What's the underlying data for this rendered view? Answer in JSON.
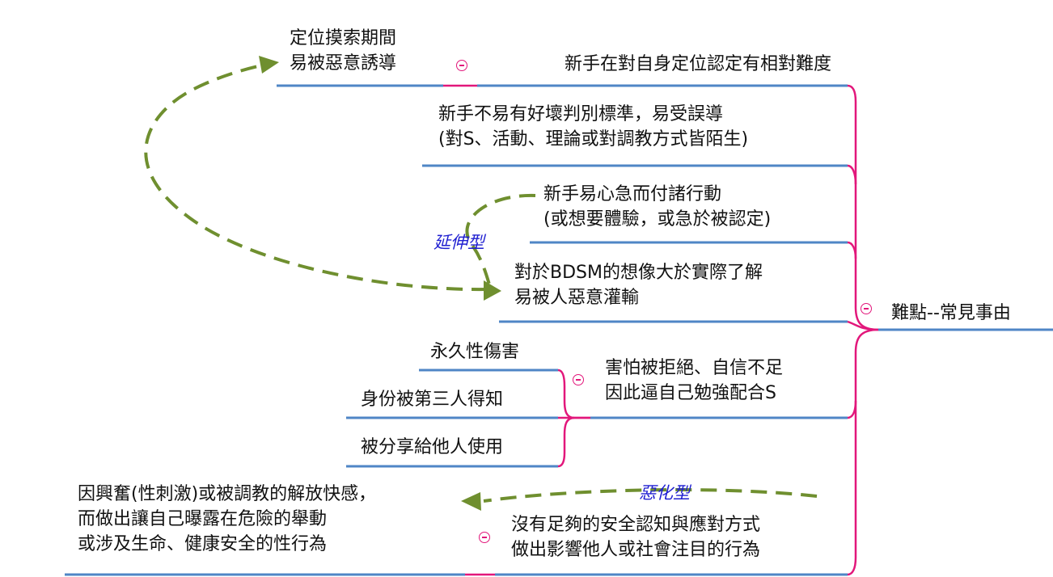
{
  "root": {
    "label": "難點--常見事由"
  },
  "branches": [
    {
      "lines": [
        "新手在對自身定位認定有相對難度"
      ]
    },
    {
      "lines": [
        "新手不易有好壞判別標準，易受誤導",
        "(對S、活動、理論或對調教方式皆陌生)"
      ]
    },
    {
      "lines": [
        "新手易心急而付諸行動",
        "(或想要體驗，或急於被認定)"
      ]
    },
    {
      "lines": [
        "對於BDSM的想像大於實際了解",
        "易被人惡意灌輸"
      ]
    },
    {
      "lines": [
        "害怕被拒絕、自信不足",
        "因此逼自己勉強配合S"
      ]
    },
    {
      "lines": [
        "沒有足夠的安全認知與應對方式",
        "做出影響他人或社會注目的行為"
      ]
    }
  ],
  "sub_branches": {
    "b1": {
      "lines": [
        "定位摸索期間",
        "易被惡意誘導"
      ]
    },
    "b5": [
      {
        "lines": [
          "永久性傷害"
        ]
      },
      {
        "lines": [
          "身份被第三人得知"
        ]
      },
      {
        "lines": [
          "被分享給他人使用"
        ]
      }
    ],
    "b6": {
      "lines": [
        "因興奮(性刺激)或被調教的解放快感，",
        "而做出讓自己曝露在危險的舉動",
        "或涉及生命、健康安全的性行為"
      ]
    }
  },
  "annotations": {
    "extension": "延伸型",
    "deterioration": "惡化型"
  },
  "icons": [
    "collapse-minus-icon"
  ],
  "colors": {
    "connector": "#e2177b",
    "underline": "#4f86c6",
    "relationship_arrow": "#6f8f2f",
    "annotation_text": "#1f1fd1"
  }
}
